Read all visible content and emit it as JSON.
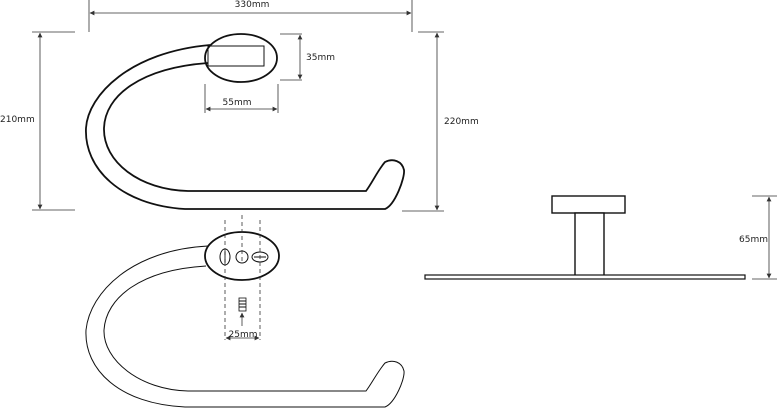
{
  "dimensions": {
    "overall_width": "330mm",
    "mount_height": "35mm",
    "mount_width": "55mm",
    "left_height": "210mm",
    "right_height": "220mm",
    "hole_spacing": "25mm",
    "projection": "65mm"
  },
  "colors": {
    "line": "#111111",
    "background": "#ffffff"
  }
}
